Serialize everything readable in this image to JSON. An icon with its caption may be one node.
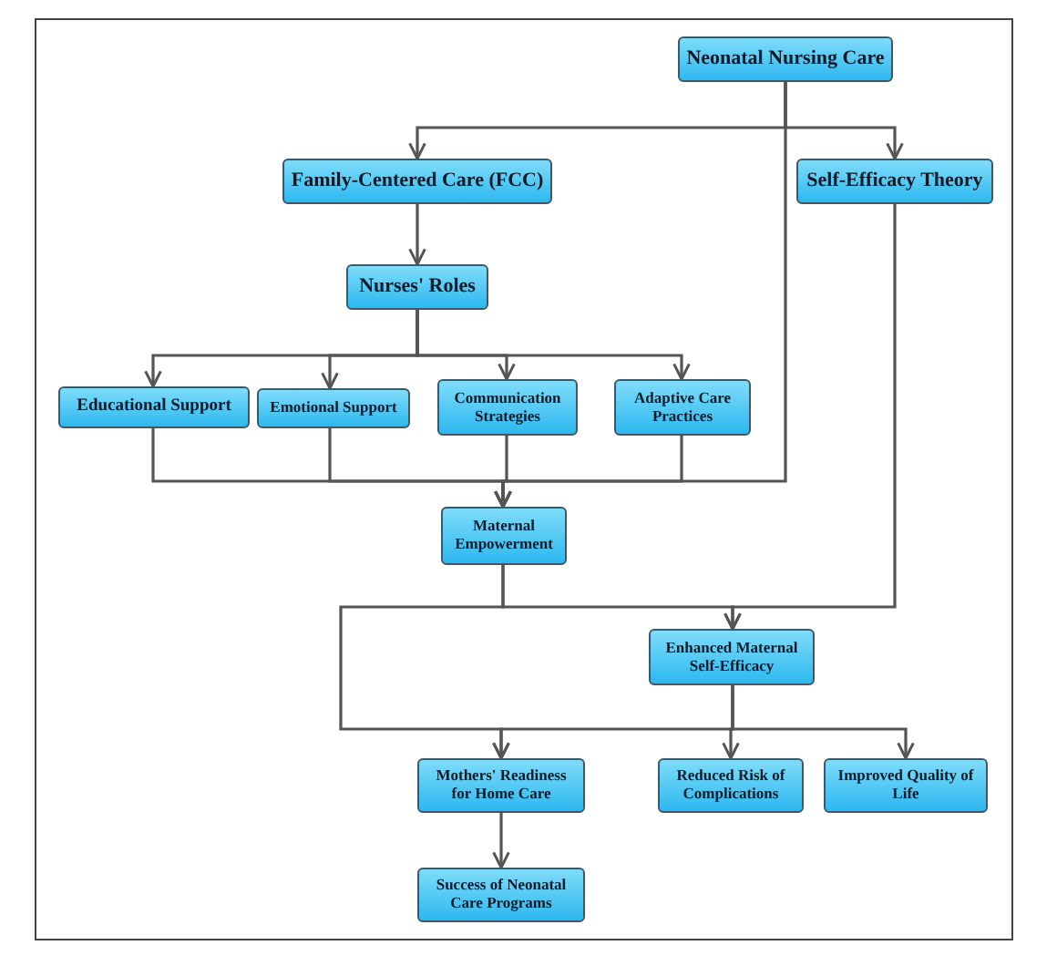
{
  "diagram": {
    "nodes": [
      {
        "text": [
          "Neonatal Nursing Care"
        ]
      },
      {
        "text": [
          "Family-Centered Care (FCC)"
        ]
      },
      {
        "text": [
          "Self-Efficacy Theory"
        ]
      },
      {
        "text": [
          "Nurses' Roles"
        ]
      },
      {
        "text": [
          "Educational Support"
        ]
      },
      {
        "text": [
          "Emotional Support"
        ]
      },
      {
        "text": [
          "Communication Strategies"
        ]
      },
      {
        "text": [
          "Adaptive Care Practices"
        ]
      },
      {
        "text": [
          "Maternal Empowerment"
        ]
      },
      {
        "text": [
          "Enhanced Maternal Self-Efficacy"
        ]
      },
      {
        "text": [
          "Mothers' Readiness for Home Care"
        ]
      },
      {
        "text": [
          "Reduced Risk of Complications"
        ]
      },
      {
        "text": [
          "Improved Quality of Life"
        ]
      },
      {
        "text": [
          "Success of Neonatal Care Programs"
        ]
      }
    ],
    "edges": [
      {
        "from": 0,
        "to": 1,
        "arrow": "to"
      },
      {
        "from": 0,
        "to": 2,
        "arrow": "to"
      },
      {
        "from": 0,
        "to": 8,
        "arrow": "to"
      },
      {
        "from": 1,
        "to": 3,
        "arrow": "to"
      },
      {
        "from": 3,
        "to": 4,
        "arrow": "to"
      },
      {
        "from": 3,
        "to": 5,
        "arrow": "to"
      },
      {
        "from": 3,
        "to": 6,
        "arrow": "to"
      },
      {
        "from": 3,
        "to": 7,
        "arrow": "to"
      },
      {
        "from": 4,
        "to": 8,
        "arrow": "to"
      },
      {
        "from": 5,
        "to": 8,
        "arrow": "to"
      },
      {
        "from": 6,
        "to": 8,
        "arrow": "to"
      },
      {
        "from": 7,
        "to": 8,
        "arrow": "to"
      },
      {
        "from": 8,
        "to": 9,
        "arrow": "to"
      },
      {
        "from": 8,
        "to": 10,
        "arrow": "to"
      },
      {
        "from": 2,
        "to": 9,
        "arrow": "to"
      },
      {
        "from": 9,
        "to": 10,
        "arrow": "to"
      },
      {
        "from": 9,
        "to": 11,
        "arrow": "to"
      },
      {
        "from": 9,
        "to": 12,
        "arrow": "to"
      },
      {
        "from": 10,
        "to": 13,
        "arrow": "to"
      }
    ]
  }
}
